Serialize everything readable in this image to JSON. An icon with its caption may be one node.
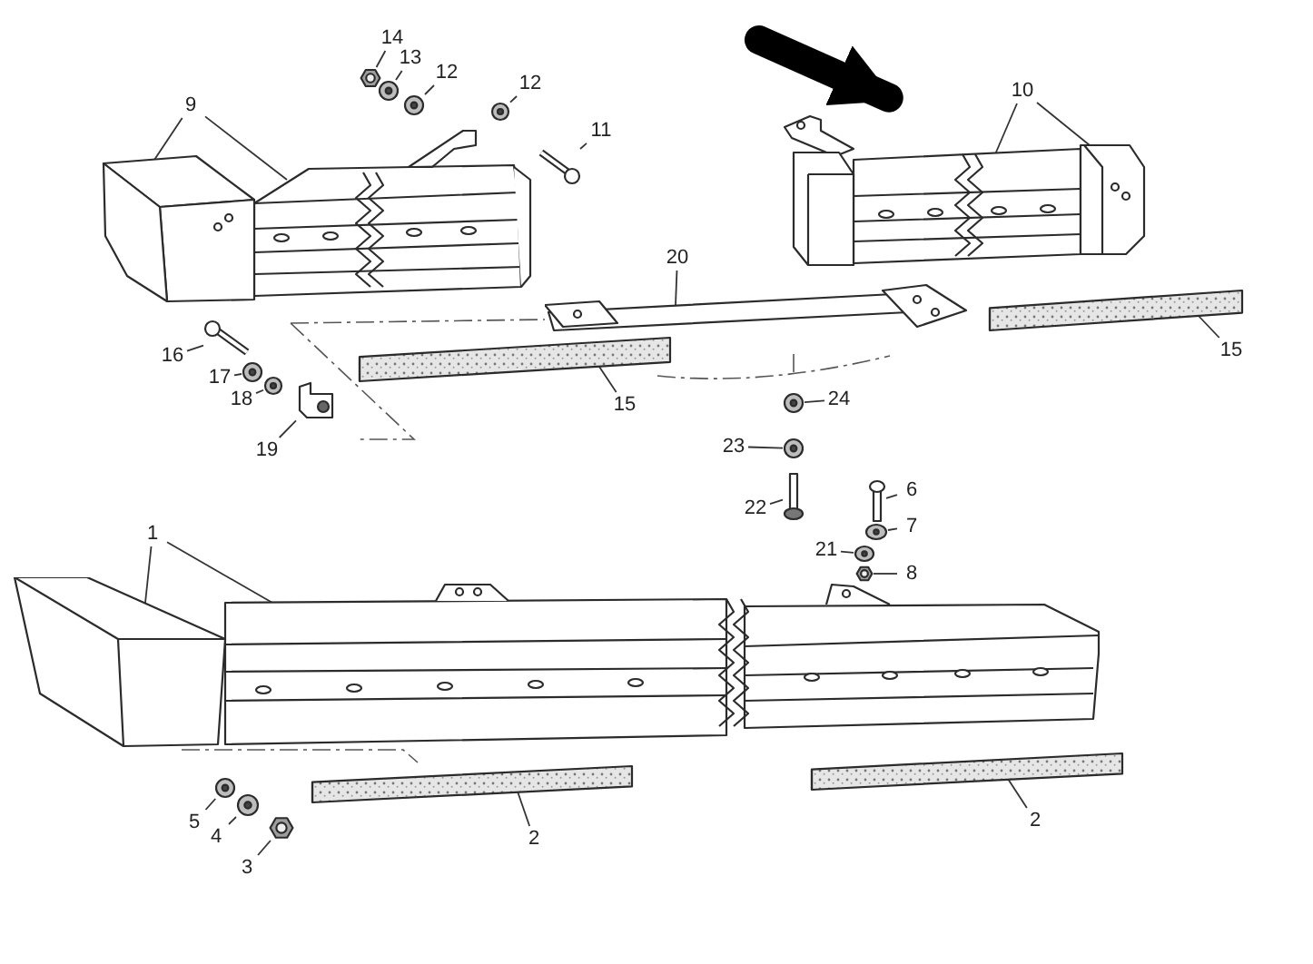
{
  "diagram": {
    "nodes": [
      {
        "text": [
          "14"
        ]
      },
      {
        "text": [
          "13"
        ]
      },
      {
        "text": [
          "12"
        ]
      },
      {
        "text": [
          "12"
        ]
      },
      {
        "text": [
          "11"
        ]
      },
      {
        "text": [
          "9"
        ]
      },
      {
        "text": [
          "10"
        ]
      },
      {
        "text": [
          "20"
        ]
      },
      {
        "text": [
          "15"
        ]
      },
      {
        "text": [
          "15"
        ]
      },
      {
        "text": [
          "16"
        ]
      },
      {
        "text": [
          "17"
        ]
      },
      {
        "text": [
          "18"
        ]
      },
      {
        "text": [
          "19"
        ]
      },
      {
        "text": [
          "24"
        ]
      },
      {
        "text": [
          "23"
        ]
      },
      {
        "text": [
          "22"
        ]
      },
      {
        "text": [
          "6"
        ]
      },
      {
        "text": [
          "7"
        ]
      },
      {
        "text": [
          "21"
        ]
      },
      {
        "text": [
          "8"
        ]
      },
      {
        "text": [
          "1"
        ]
      },
      {
        "text": [
          "5"
        ]
      },
      {
        "text": [
          "4"
        ]
      },
      {
        "text": [
          "3"
        ]
      },
      {
        "text": [
          "2"
        ]
      },
      {
        "text": [
          "2"
        ]
      },
      {
        "text": [],
        "shape": "picture"
      },
      {
        "text": [],
        "shape": "picture"
      },
      {
        "text": [],
        "shape": "picture"
      },
      {
        "text": [],
        "shape": "picture"
      },
      {
        "text": [],
        "shape": "picture"
      },
      {
        "text": [],
        "shape": "picture"
      },
      {
        "text": [],
        "shape": "picture"
      },
      {
        "text": [],
        "shape": "picture"
      },
      {
        "text": [],
        "shape": "picture"
      },
      {
        "text": [],
        "shape": "picture"
      },
      {
        "text": [],
        "shape": "picture"
      },
      {
        "text": [],
        "shape": "picture"
      },
      {
        "text": [],
        "shape": "picture"
      },
      {
        "text": [],
        "shape": "picture"
      },
      {
        "text": [],
        "shape": "picture"
      },
      {
        "text": [],
        "shape": "picture"
      },
      {
        "text": [],
        "shape": "picture"
      },
      {
        "text": [],
        "shape": "picture"
      },
      {
        "text": [],
        "shape": "picture"
      },
      {
        "text": [],
        "shape": "picture"
      },
      {
        "text": [],
        "shape": "picture"
      },
      {
        "text": [],
        "shape": "picture"
      },
      {
        "text": [],
        "shape": "picture"
      },
      {
        "text": [],
        "shape": "picture"
      },
      {
        "text": [],
        "shape": "picture"
      },
      {
        "text": [],
        "shape": "picture"
      },
      {
        "text": [],
        "shape": "picture"
      }
    ],
    "edges": [
      {
        "from": 0,
        "to": 27,
        "arrow": "none"
      },
      {
        "from": 1,
        "to": 28,
        "arrow": "none"
      },
      {
        "from": 2,
        "to": 29,
        "arrow": "none"
      },
      {
        "from": 3,
        "to": 30,
        "arrow": "none"
      },
      {
        "from": 4,
        "to": 31,
        "arrow": "none"
      },
      {
        "from": 5,
        "to": 32,
        "arrow": "none"
      },
      {
        "from": 5,
        "to": 32,
        "arrow": "none"
      },
      {
        "from": 6,
        "to": 33,
        "arrow": "none"
      },
      {
        "from": 6,
        "to": 33,
        "arrow": "none"
      },
      {
        "from": 7,
        "to": 34,
        "arrow": "none"
      },
      {
        "from": 8,
        "to": 35,
        "arrow": "none"
      },
      {
        "from": 9,
        "to": 36,
        "arrow": "none"
      },
      {
        "from": 10,
        "to": 37,
        "arrow": "none"
      },
      {
        "from": 11,
        "to": 38,
        "arrow": "none"
      },
      {
        "from": 12,
        "to": 39,
        "arrow": "none"
      },
      {
        "from": 13,
        "to": 40,
        "arrow": "none"
      },
      {
        "from": 14,
        "to": 41,
        "arrow": "none"
      },
      {
        "from": 15,
        "to": 42,
        "arrow": "none"
      },
      {
        "from": 16,
        "to": 43,
        "arrow": "none"
      },
      {
        "from": 17,
        "to": 44,
        "arrow": "none"
      },
      {
        "from": 18,
        "to": 45,
        "arrow": "none"
      },
      {
        "from": 19,
        "to": 46,
        "arrow": "none"
      },
      {
        "from": 20,
        "to": 47,
        "arrow": "none"
      },
      {
        "from": 21,
        "to": 48,
        "arrow": "none"
      },
      {
        "from": 21,
        "to": 48,
        "arrow": "none"
      },
      {
        "from": 22,
        "to": 49,
        "arrow": "none"
      },
      {
        "from": 23,
        "to": 50,
        "arrow": "none"
      },
      {
        "from": 24,
        "to": 51,
        "arrow": "none"
      },
      {
        "from": 25,
        "to": 52,
        "arrow": "none"
      },
      {
        "from": 26,
        "to": 53,
        "arrow": "none"
      },
      {
        "from": null,
        "to": 33,
        "arrow": "to",
        "style": "thick",
        "color": "#000000"
      }
    ]
  }
}
